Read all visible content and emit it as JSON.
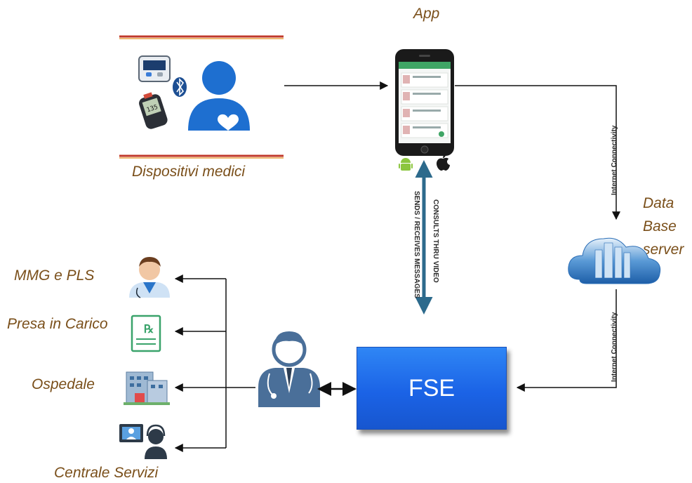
{
  "labels": {
    "app": "App",
    "devices": "Dispositivi medici",
    "database": [
      "Data",
      "Base",
      "server"
    ],
    "mmg": "MMG e PLS",
    "presa": "Presa in Carico",
    "ospedale": "Ospedale",
    "centrale": "Centrale Servizi",
    "fse": "FSE"
  },
  "arrow_labels": {
    "internet_top": "Internet Connectivity",
    "internet_bottom": "Internet Connectivity",
    "consults": "CONSULTS THRU VIDEO",
    "sends": "SENDS / RECEIVES MESSAGES"
  },
  "device_reading": "135",
  "colors": {
    "label_brown": "#7a4f1a",
    "fse_blue": "#1b63e6",
    "patient_blue": "#1e6fd0",
    "doctor_blue": "#4a6f99",
    "arrow_teal": "#2c6a8c",
    "rule_red": "#c0392b",
    "rule_orange": "#e8a040"
  },
  "icons": [
    "blood-pressure-monitor-icon",
    "glucose-meter-icon",
    "bluetooth-icon",
    "patient-heart-icon",
    "smartphone-icon",
    "android-icon",
    "apple-icon",
    "cloud-database-icon",
    "doctor-icon",
    "physician-icon",
    "prescription-icon",
    "hospital-icon",
    "service-center-icon"
  ]
}
